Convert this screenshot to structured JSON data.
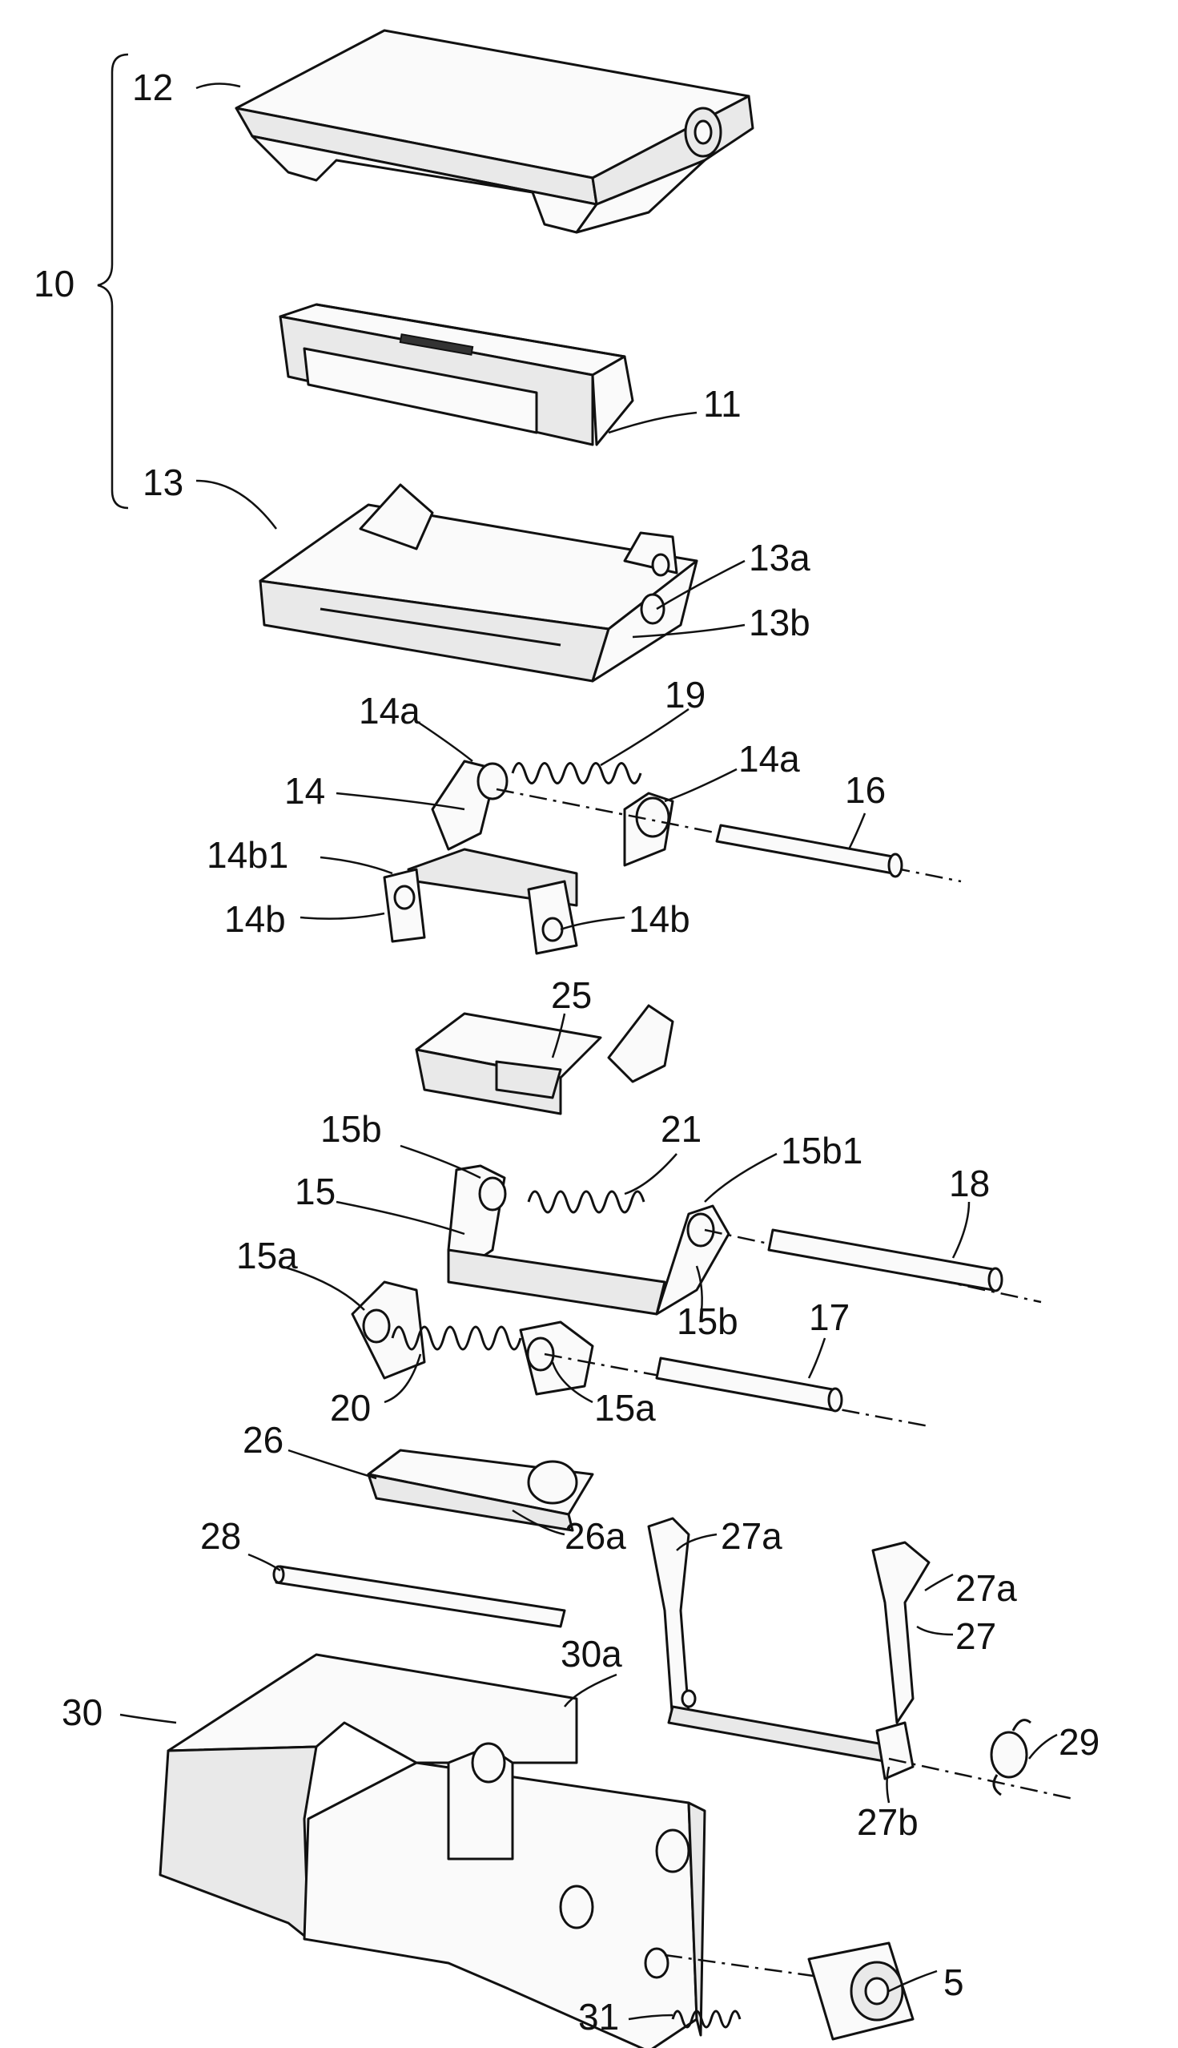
{
  "labels": {
    "l10": "10",
    "l12": "12",
    "l11": "11",
    "l13": "13",
    "l13a": "13a",
    "l13b": "13b",
    "l14a_1": "14a",
    "l19": "19",
    "l14a_2": "14a",
    "l14": "14",
    "l16": "16",
    "l14b1": "14b1",
    "l14b_1": "14b",
    "l14b_2": "14b",
    "l25": "25",
    "l15b_1": "15b",
    "l21": "21",
    "l15b1": "15b1",
    "l18": "18",
    "l15": "15",
    "l15a_1": "15a",
    "l15b_2": "15b",
    "l17": "17",
    "l20": "20",
    "l15a_2": "15a",
    "l26": "26",
    "l28": "28",
    "l26a": "26a",
    "l27a_1": "27a",
    "l27a_2": "27a",
    "l27": "27",
    "l30a": "30a",
    "l30": "30",
    "l29": "29",
    "l27b": "27b",
    "l5": "5",
    "l31": "31"
  }
}
